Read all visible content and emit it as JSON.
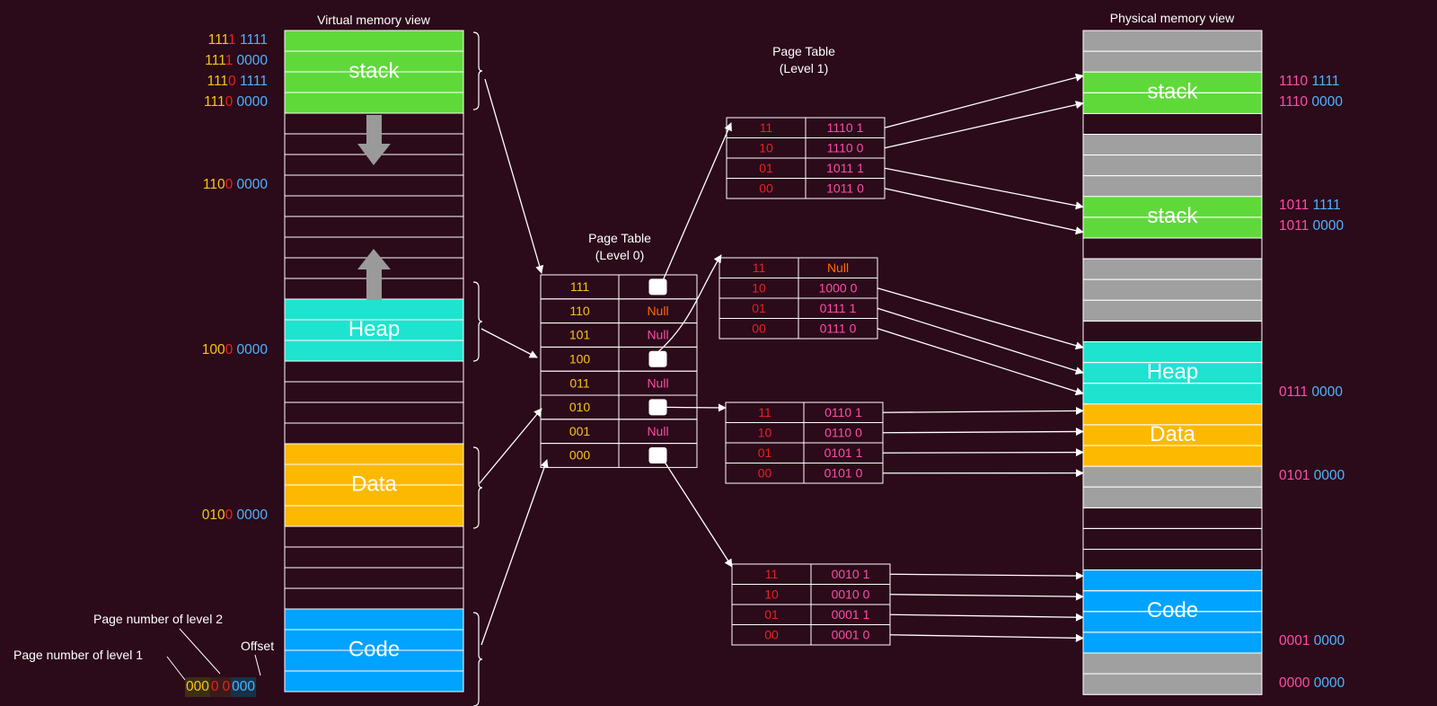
{
  "colors": {
    "background": "#2b0a1a",
    "stack": "#5fd93a",
    "heap": "#1ee3cf",
    "data": "#fcb900",
    "code": "#00a3ff",
    "gray": "#a0a0a0",
    "addr_yellow": "#f5c518",
    "addr_red": "#e8221f",
    "addr_blue": "#4fb3ff",
    "addr_pink": "#ff4da6",
    "null_orange": "#ff6a00",
    "null_pink": "#ff4da6",
    "line": "#ffffff"
  },
  "virtual_view": {
    "title": "Virtual memory view",
    "segments": [
      {
        "id": "stack",
        "label": "stack",
        "from": 0,
        "to": 4
      },
      {
        "id": "heap",
        "label": "Heap",
        "from": 13,
        "to": 16
      },
      {
        "id": "data",
        "label": "Data",
        "from": 20,
        "to": 24
      },
      {
        "id": "code",
        "label": "Code",
        "from": 28,
        "to": 32
      }
    ],
    "addresses": [
      {
        "row": 0,
        "parts": [
          [
            "111",
            "y"
          ],
          [
            "1",
            "r"
          ],
          [
            " ",
            ""
          ],
          [
            "1111",
            "b"
          ]
        ]
      },
      {
        "row": 1,
        "parts": [
          [
            "111",
            "y"
          ],
          [
            "1",
            "r"
          ],
          [
            " ",
            ""
          ],
          [
            "0000",
            "b"
          ]
        ]
      },
      {
        "row": 2,
        "parts": [
          [
            "111",
            "y"
          ],
          [
            "0",
            "r"
          ],
          [
            " ",
            ""
          ],
          [
            "1111",
            "b"
          ]
        ]
      },
      {
        "row": 3,
        "parts": [
          [
            "111",
            "y"
          ],
          [
            "0",
            "r"
          ],
          [
            " ",
            ""
          ],
          [
            "0000",
            "b"
          ]
        ]
      },
      {
        "row": 7,
        "parts": [
          [
            "110",
            "y"
          ],
          [
            "0",
            "r"
          ],
          [
            " ",
            ""
          ],
          [
            "0000",
            "b"
          ]
        ]
      },
      {
        "row": 15,
        "parts": [
          [
            "100",
            "y"
          ],
          [
            "0",
            "r"
          ],
          [
            " ",
            ""
          ],
          [
            "0000",
            "b"
          ]
        ]
      },
      {
        "row": 23,
        "parts": [
          [
            "010",
            "y"
          ],
          [
            "0",
            "r"
          ],
          [
            " ",
            ""
          ],
          [
            "0000",
            "b"
          ]
        ]
      }
    ],
    "bottom_address": {
      "parts": [
        [
          "000",
          "y"
        ],
        [
          "0",
          "r"
        ],
        [
          " ",
          ""
        ],
        [
          "0",
          "r"
        ],
        [
          "000",
          "b"
        ]
      ]
    }
  },
  "annotations": {
    "level2": "Page number of level 2",
    "level1": "Page number of level 1",
    "offset": "Offset"
  },
  "level0": {
    "title_line1": "Page Table",
    "title_line2": "(Level 0)",
    "rows": [
      {
        "key": "111",
        "entry": "ptr"
      },
      {
        "key": "110",
        "entry": "Null",
        "null_color": "orange"
      },
      {
        "key": "101",
        "entry": "Null",
        "null_color": "pink"
      },
      {
        "key": "100",
        "entry": "ptr"
      },
      {
        "key": "011",
        "entry": "Null",
        "null_color": "pink"
      },
      {
        "key": "010",
        "entry": "ptr"
      },
      {
        "key": "001",
        "entry": "Null",
        "null_color": "pink"
      },
      {
        "key": "000",
        "entry": "ptr"
      }
    ]
  },
  "level1": {
    "title_line1": "Page Table",
    "title_line2": "(Level 1)",
    "tables": [
      {
        "id": "t111",
        "rows": [
          {
            "k": "11",
            "v": "1110 1"
          },
          {
            "k": "10",
            "v": "1110 0"
          },
          {
            "k": "01",
            "v": "1011 1"
          },
          {
            "k": "00",
            "v": "1011 0"
          }
        ]
      },
      {
        "id": "t100",
        "rows": [
          {
            "k": "11",
            "v": "Null"
          },
          {
            "k": "10",
            "v": "1000 0"
          },
          {
            "k": "01",
            "v": "0111 1"
          },
          {
            "k": "00",
            "v": "0111 0"
          }
        ]
      },
      {
        "id": "t010",
        "rows": [
          {
            "k": "11",
            "v": "0110 1"
          },
          {
            "k": "10",
            "v": "0110 0"
          },
          {
            "k": "01",
            "v": "0101 1"
          },
          {
            "k": "00",
            "v": "0101 0"
          }
        ]
      },
      {
        "id": "t000",
        "rows": [
          {
            "k": "11",
            "v": "0010 1"
          },
          {
            "k": "10",
            "v": "0010 0"
          },
          {
            "k": "01",
            "v": "0001 1"
          },
          {
            "k": "00",
            "v": "0001 0"
          }
        ]
      }
    ]
  },
  "physical_view": {
    "title": "Physical memory view",
    "segments": [
      {
        "id": "stack1",
        "label": "stack",
        "from": 2,
        "to": 4
      },
      {
        "id": "stack2",
        "label": "stack",
        "from": 8,
        "to": 10
      },
      {
        "id": "heap",
        "label": "Heap",
        "from": 15,
        "to": 18
      },
      {
        "id": "data",
        "label": "Data",
        "from": 18,
        "to": 21
      },
      {
        "id": "code",
        "label": "Code",
        "from": 26,
        "to": 30
      }
    ],
    "gray_rows": [
      0,
      1,
      5,
      6,
      7,
      11,
      12,
      13,
      21,
      22,
      28,
      29,
      30,
      31
    ],
    "addresses": [
      {
        "row": 2,
        "parts": [
          [
            "1110",
            "p"
          ],
          [
            " ",
            ""
          ],
          [
            "1111",
            "b"
          ]
        ]
      },
      {
        "row": 3,
        "parts": [
          [
            "1110",
            "p"
          ],
          [
            " ",
            ""
          ],
          [
            "0000",
            "b"
          ]
        ]
      },
      {
        "row": 8,
        "parts": [
          [
            "1011",
            "p"
          ],
          [
            " ",
            ""
          ],
          [
            "1111",
            "b"
          ]
        ]
      },
      {
        "row": 9,
        "parts": [
          [
            "1011",
            "p"
          ],
          [
            " ",
            ""
          ],
          [
            "0000",
            "b"
          ]
        ]
      },
      {
        "row": 17,
        "parts": [
          [
            "0111",
            "p"
          ],
          [
            " ",
            ""
          ],
          [
            "0000",
            "b"
          ]
        ]
      },
      {
        "row": 21,
        "parts": [
          [
            "0101",
            "p"
          ],
          [
            " ",
            ""
          ],
          [
            "0000",
            "b"
          ]
        ]
      },
      {
        "row": 29,
        "parts": [
          [
            "0001",
            "p"
          ],
          [
            " ",
            ""
          ],
          [
            "0000",
            "b"
          ]
        ]
      },
      {
        "row": 31,
        "parts": [
          [
            "0000",
            "p"
          ],
          [
            " ",
            ""
          ],
          [
            "0000",
            "b"
          ]
        ]
      }
    ]
  }
}
